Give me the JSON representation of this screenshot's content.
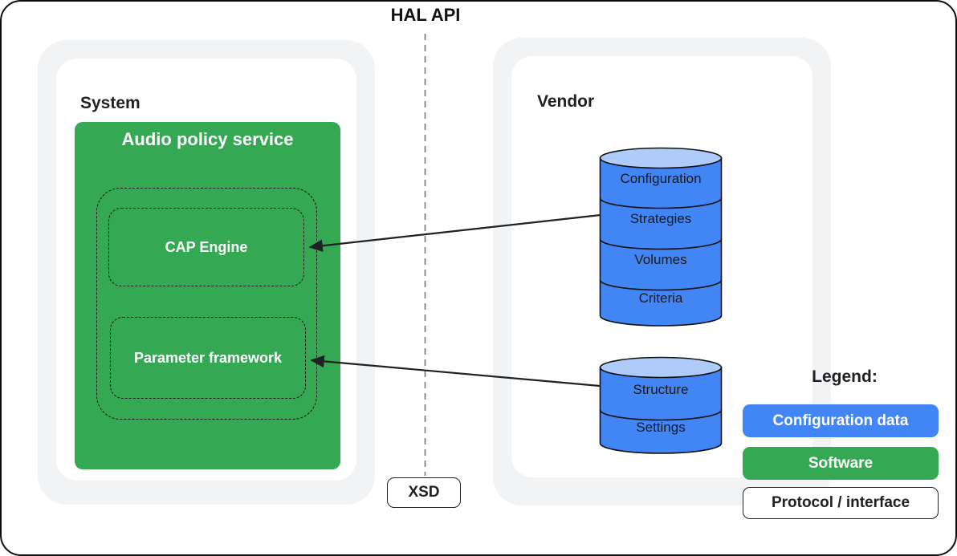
{
  "diagram": {
    "hal_api_label": "HAL API",
    "xsd_label": "XSD",
    "system": {
      "label": "System",
      "audio_policy_service": {
        "title": "Audio policy service",
        "cap_engine_label": "CAP Engine",
        "parameter_framework_label": "Parameter framework"
      }
    },
    "vendor": {
      "label": "Vendor",
      "config_db": {
        "sections": [
          "Configuration",
          "Strategies",
          "Volumes",
          "Criteria"
        ]
      },
      "settings_db": {
        "sections": [
          "Structure",
          "Settings"
        ]
      }
    },
    "legend": {
      "title": "Legend:",
      "items": [
        {
          "label": "Configuration data",
          "color": "#4285f4",
          "text_color": "#ffffff"
        },
        {
          "label": "Software",
          "color": "#34a853",
          "text_color": "#ffffff"
        },
        {
          "label": "Protocol / interface",
          "color": "#ffffff",
          "text_color": "#202124"
        }
      ]
    },
    "colors": {
      "software_green": "#34a853",
      "config_blue": "#4285f4",
      "cylinder_top_blue": "#aecbfa",
      "container_gray": "#f1f3f4",
      "line_black": "#202124",
      "dashed_line_gray": "#80868b"
    }
  }
}
